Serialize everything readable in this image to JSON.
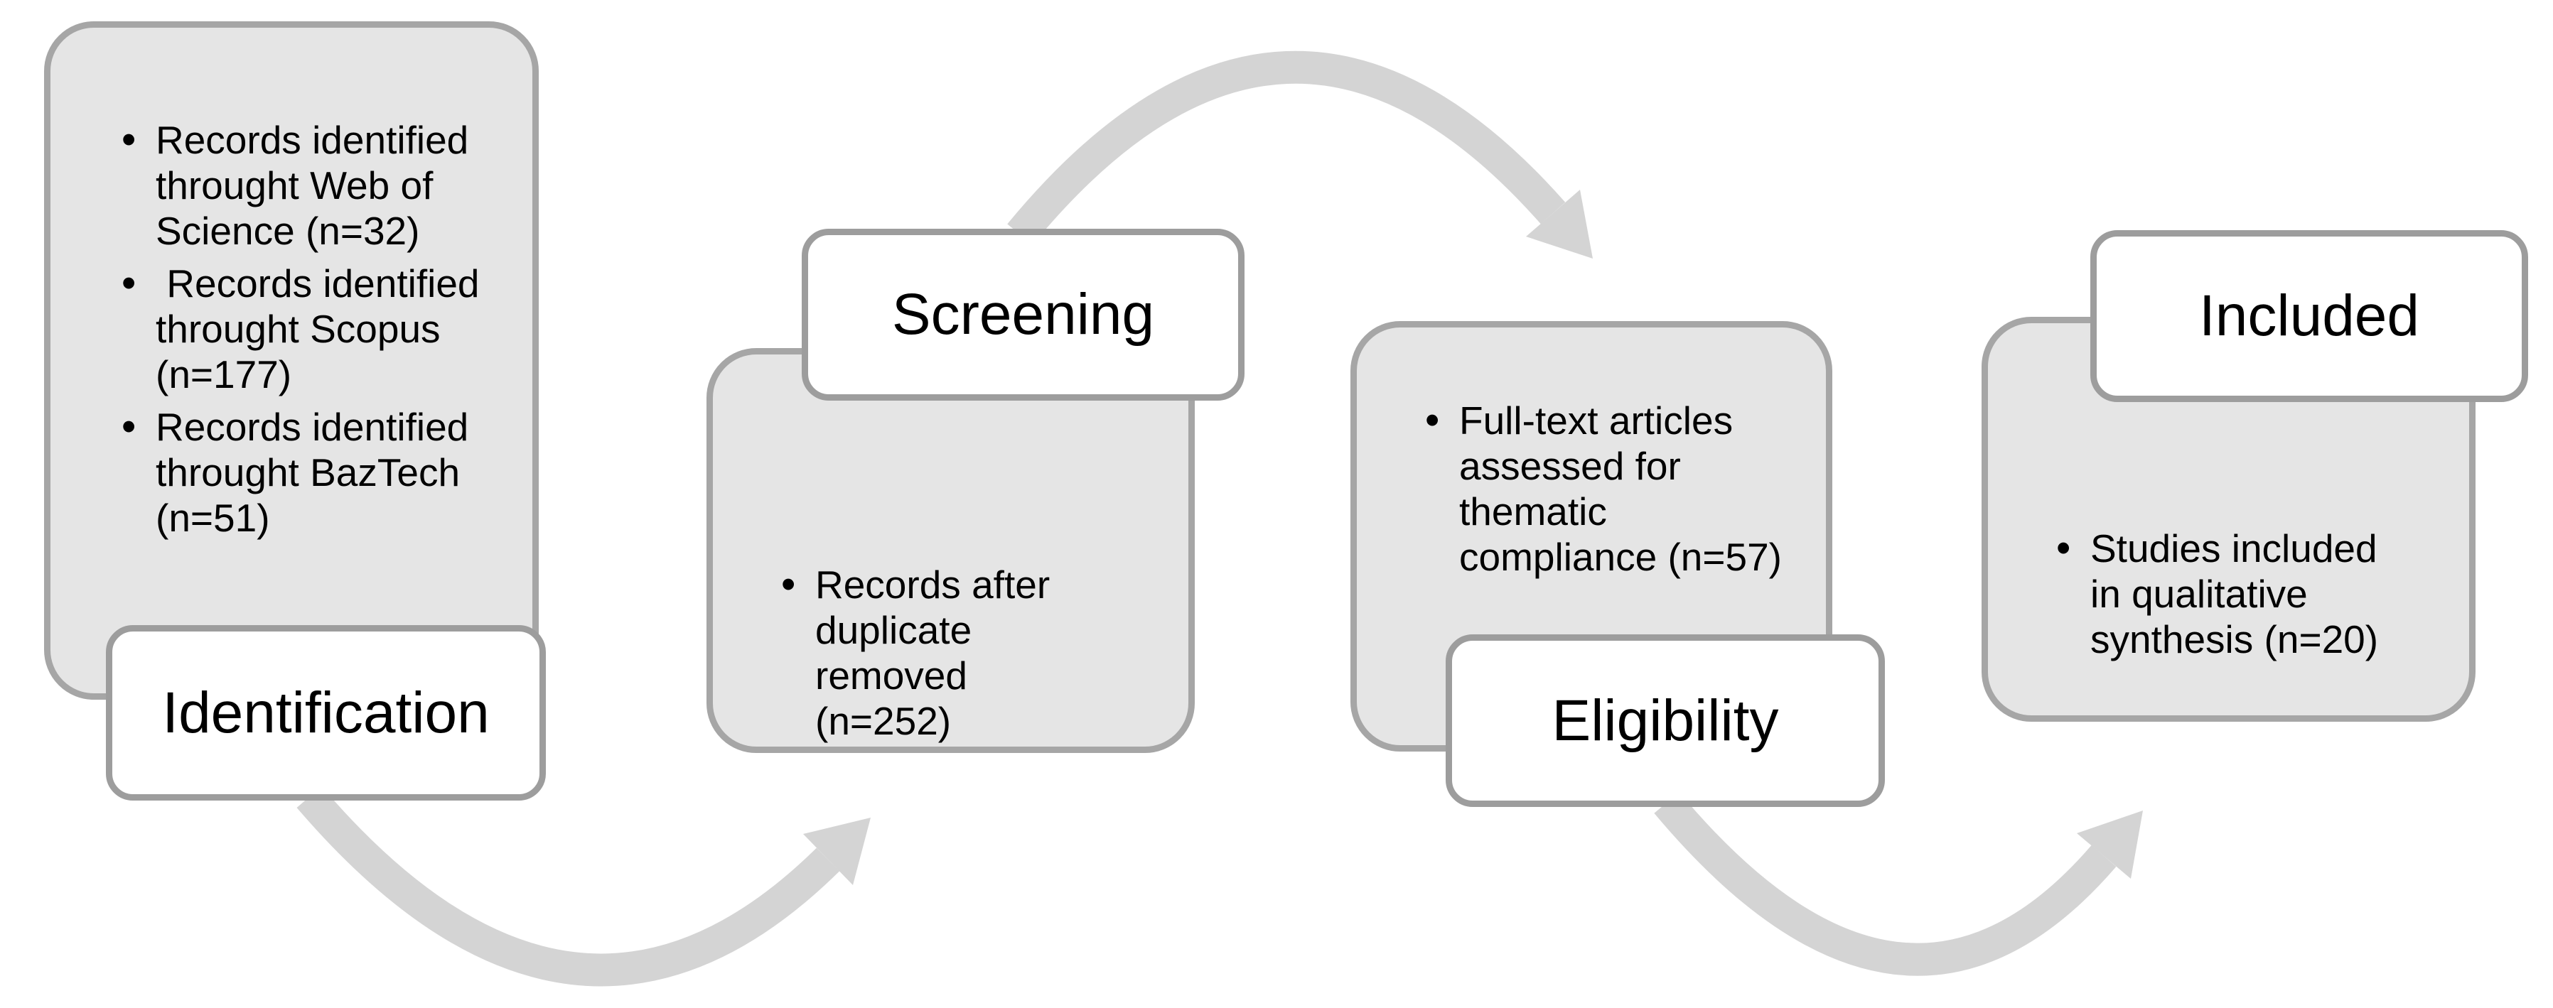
{
  "bullet_char": "•",
  "colors": {
    "box_fill": "#e5e5e5",
    "box_border": "#a6a6a6",
    "label_fill": "#ffffff",
    "label_border": "#9d9d9d",
    "arrow": "#d4d4d4",
    "text": "#000000"
  },
  "stages": [
    {
      "label": "Identification",
      "bullets": [
        "Records identified\nthrought Web of\nScience (n=32)",
        " Records identified\nthrought Scopus\n(n=177)",
        "Records identified\nthrought BazTech\n(n=51)"
      ]
    },
    {
      "label": "Screening",
      "bullets": [
        "Records after\nduplicate\nremoved\n(n=252)"
      ]
    },
    {
      "label": "Eligibility",
      "bullets": [
        "Full-text articles\nassessed for\nthematic\ncompliance (n=57)"
      ]
    },
    {
      "label": "Included",
      "bullets": [
        "Studies included\nin qualitative\nsynthesis (n=20)"
      ]
    }
  ]
}
